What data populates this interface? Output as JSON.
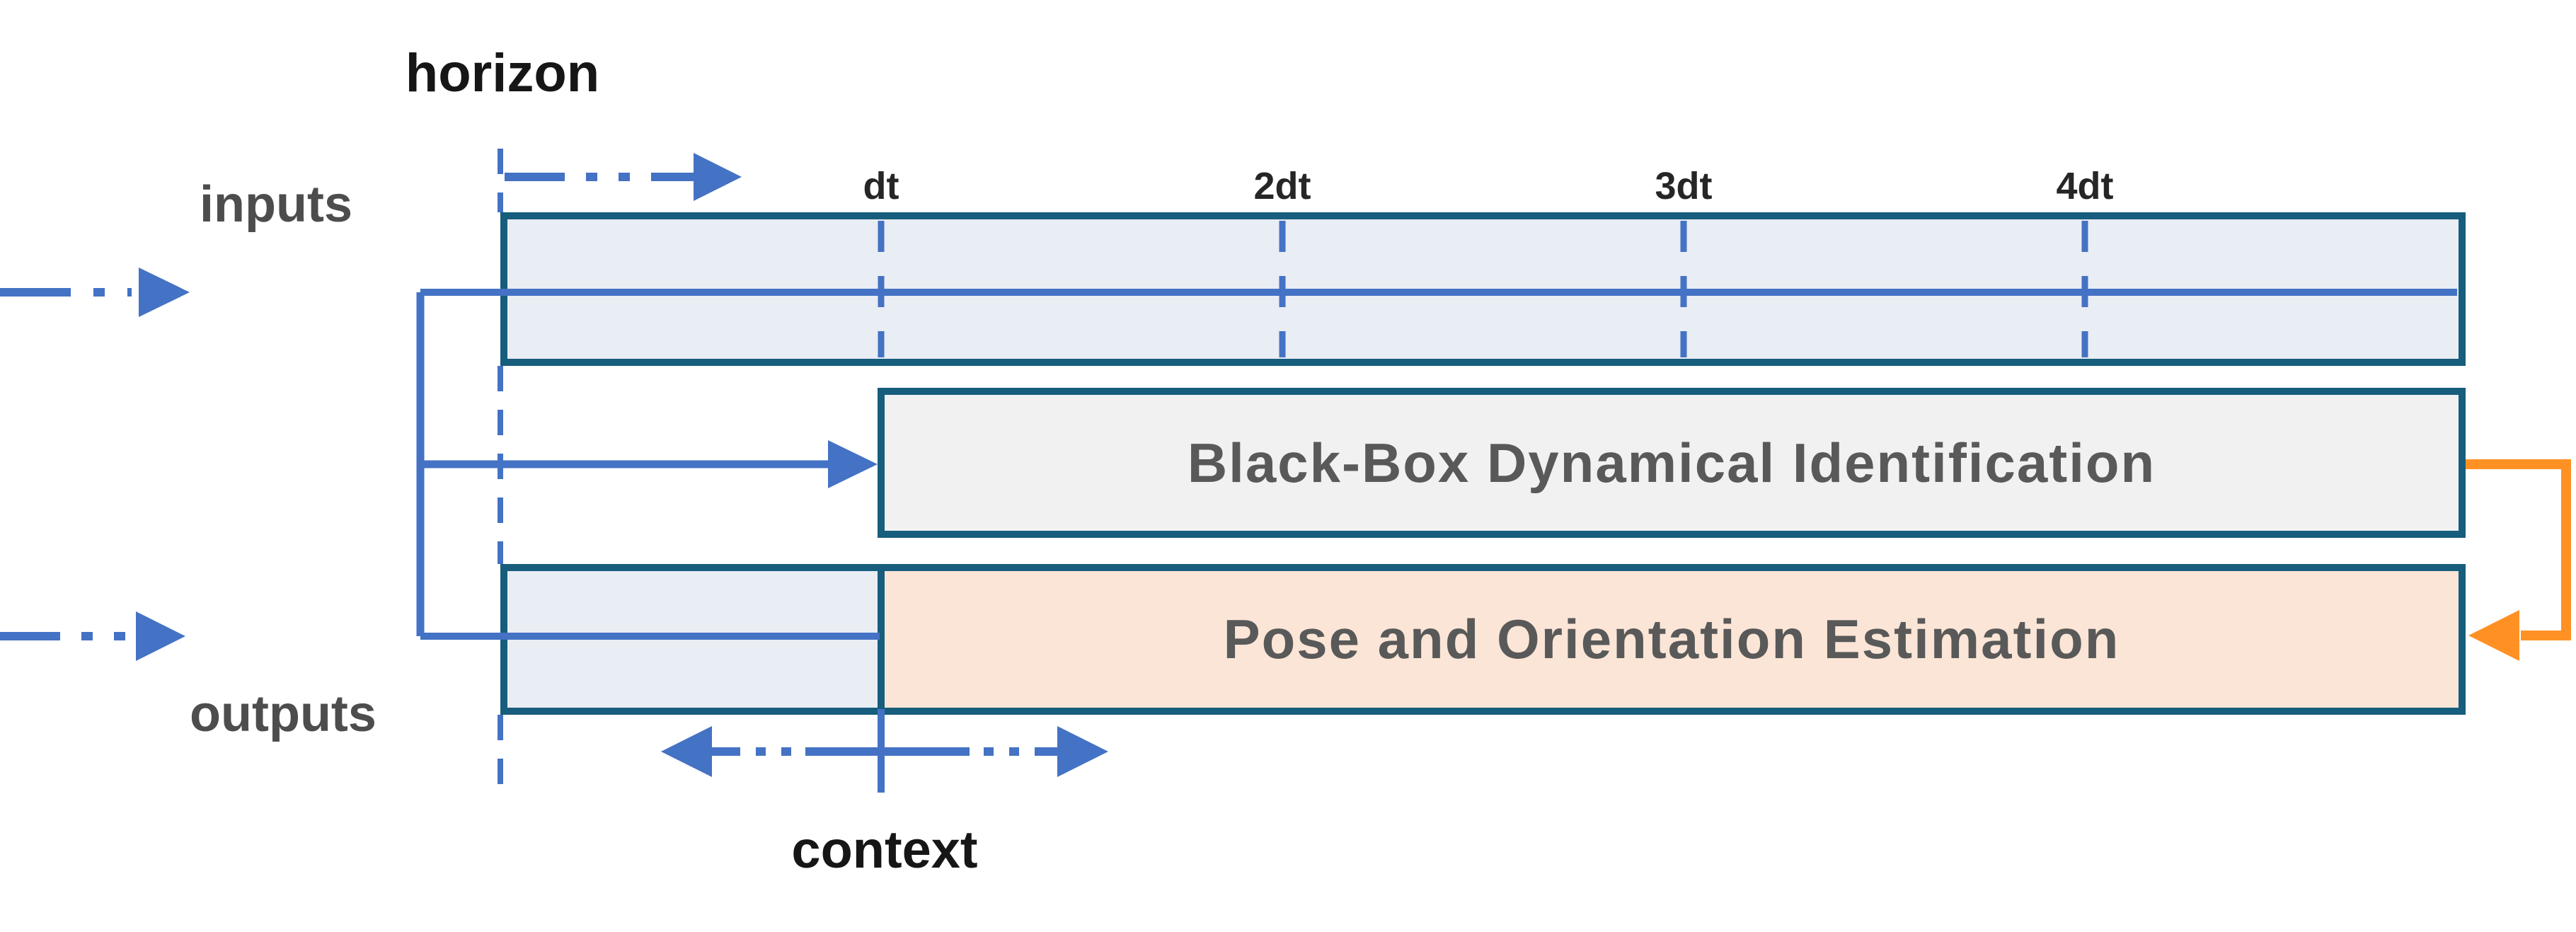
{
  "diagram": {
    "labels": {
      "horizon": "horizon",
      "inputs": "inputs",
      "outputs": "outputs",
      "context": "context"
    },
    "ticks": [
      {
        "label": "dt"
      },
      {
        "label": "2dt"
      },
      {
        "label": "3dt"
      },
      {
        "label": "4dt"
      }
    ],
    "boxes": {
      "identification": {
        "title": "Black-Box Dynamical Identification"
      },
      "estimation": {
        "title": "Pose and Orientation Estimation"
      }
    },
    "colors": {
      "teal_border": "#175d7d",
      "blue_accent": "#4472c4",
      "orange_accent": "#ff9124",
      "row_fill": "#e9edf4",
      "identification_fill": "#f1f1f1",
      "estimation_fill": "#fbe5d6",
      "heading_text": "#161616",
      "label_text": "#4d4d4d",
      "title_text": "#595959"
    }
  }
}
